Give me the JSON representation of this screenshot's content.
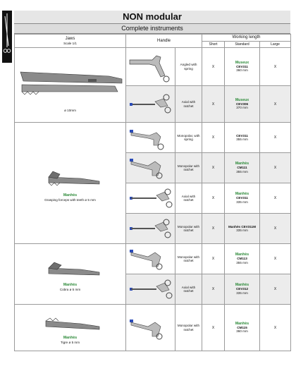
{
  "header": {
    "title": "NON modular",
    "subtitle": "Complete instruments"
  },
  "columns": {
    "jaws": "Jaws",
    "jaws_scale": "Scale 1/1",
    "handle": "Handle",
    "working_length": "Working length",
    "short": "Short",
    "standard": "Standard",
    "large": "Large"
  },
  "groups": [
    {
      "jaw_label_green": "",
      "jaw_caption": "ø 10mm",
      "rows": [
        {
          "handle_label": "Angled with spring",
          "short": "X",
          "std_green": "Museux",
          "std_ref": "CEV311",
          "std_dim": "360 mm",
          "large": "X"
        },
        {
          "handle_label": "Axial with ratchet",
          "short": "X",
          "std_green": "Museux",
          "std_ref": "CEV306",
          "std_dim": "370 mm",
          "large": "X"
        }
      ]
    },
    {
      "jaw_label_green": "Manhès",
      "jaw_caption": "Grasping forceps with teeth ø 5 mm",
      "rows": [
        {
          "handle_label": "Monopolar, with spring",
          "short": "X",
          "std_green": "",
          "std_ref": "CEV311",
          "std_dim": "355 mm",
          "large": "X"
        },
        {
          "handle_label": "Monopolar with ratchet",
          "short": "X",
          "std_green": "Manhès",
          "std_ref": "CM111",
          "std_dim": "355 mm",
          "large": "X"
        },
        {
          "handle_label": "Axial with ratchet",
          "short": "X",
          "std_green": "Manhès",
          "std_ref": "CEV311",
          "std_dim": "335 mm",
          "large": "X"
        },
        {
          "handle_label": "Monopolar with ratchet",
          "short": "X",
          "std_green": "",
          "std_ref": "Manhès CEV311M",
          "std_dim": "335 mm",
          "large": "X"
        }
      ]
    },
    {
      "jaw_label_green": "Manhès",
      "jaw_caption": "Cobra ø 5 mm",
      "rows": [
        {
          "handle_label": "Monopolar with ratchet",
          "short": "X",
          "std_green": "Manhès",
          "std_ref": "CM113",
          "std_dim": "355 mm",
          "large": "X"
        },
        {
          "handle_label": "Axial with ratchet",
          "short": "X",
          "std_green": "Manhès",
          "std_ref": "CEV312",
          "std_dim": "335 mm",
          "large": "X"
        }
      ]
    },
    {
      "jaw_label_green": "Manhès",
      "jaw_caption": "Tigre ø 5 mm",
      "rows": [
        {
          "handle_label": "Monopolar with ratchet",
          "short": "X",
          "std_green": "Manhès",
          "std_ref": "CM115",
          "std_dim": "360 mm",
          "large": "X"
        }
      ]
    }
  ]
}
